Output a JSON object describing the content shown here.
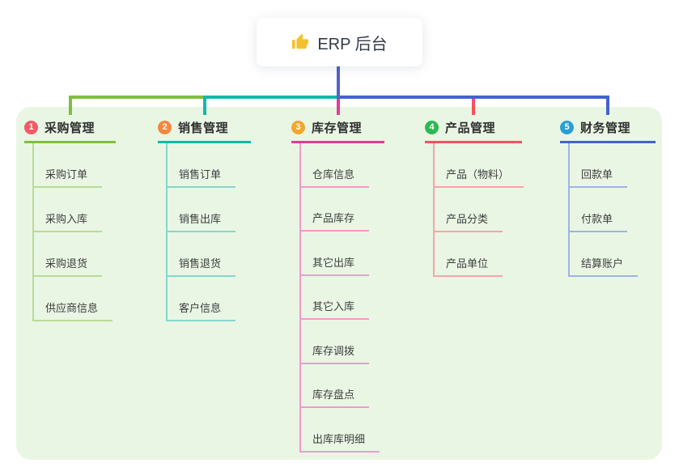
{
  "root": {
    "label": "ERP 后台",
    "icon": "thumbs-up-icon",
    "icon_color": "#f5c02f"
  },
  "colors": {
    "page_bg": "#ffffff",
    "panel_bg": "#e9f6e4",
    "stem": "#4f63d2",
    "root_text": "#333a45",
    "header_text": "#2f2f2f",
    "child_text": "#3e3e3e"
  },
  "branches": [
    {
      "number": "1",
      "label": "采购管理",
      "line_color": "#7fbf3f",
      "child_line_color": "#b9dc95",
      "badge_color": "#f15b66",
      "children": [
        "采购订单",
        "采购入库",
        "采购退货",
        "供应商信息"
      ]
    },
    {
      "number": "2",
      "label": "销售管理",
      "line_color": "#14b8a8",
      "child_line_color": "#86d6cc",
      "badge_color": "#f6873b",
      "children": [
        "销售订单",
        "销售出库",
        "销售退货",
        "客户信息"
      ]
    },
    {
      "number": "3",
      "label": "库存管理",
      "line_color": "#e23c96",
      "child_line_color": "#f29aca",
      "badge_color": "#f3a72e",
      "children": [
        "仓库信息",
        "产品库存",
        "其它出库",
        "其它入库",
        "库存调拨",
        "库存盘点",
        "出库库明细"
      ]
    },
    {
      "number": "4",
      "label": "产品管理",
      "line_color": "#f3525e",
      "child_line_color": "#f8a4a9",
      "badge_color": "#2eb854",
      "children": [
        "产品（物料）",
        "产品分类",
        "产品单位"
      ]
    },
    {
      "number": "5",
      "label": "财务管理",
      "line_color": "#4263cf",
      "child_line_color": "#9fb3e5",
      "badge_color": "#2a9fd6",
      "children": [
        "回款单",
        "付款单",
        "结算账户"
      ]
    }
  ]
}
